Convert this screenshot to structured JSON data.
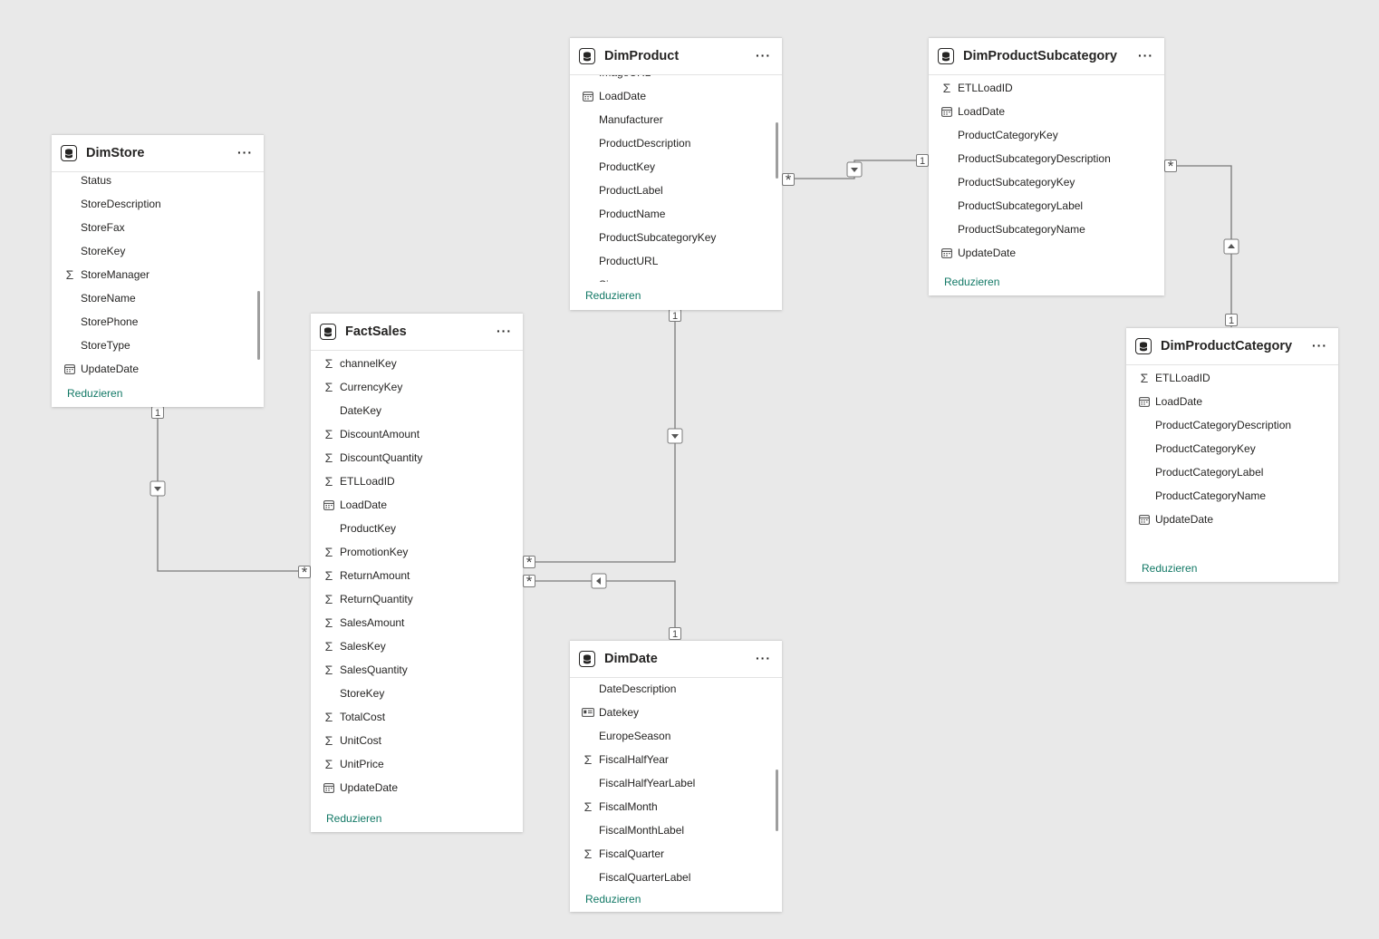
{
  "collapse_label": "Reduzieren",
  "more_label": "···",
  "tables": {
    "dimstore": {
      "title": "DimStore",
      "fields": [
        {
          "name": "Status",
          "icon": ""
        },
        {
          "name": "StoreDescription",
          "icon": ""
        },
        {
          "name": "StoreFax",
          "icon": ""
        },
        {
          "name": "StoreKey",
          "icon": ""
        },
        {
          "name": "StoreManager",
          "icon": "sigma"
        },
        {
          "name": "StoreName",
          "icon": ""
        },
        {
          "name": "StorePhone",
          "icon": ""
        },
        {
          "name": "StoreType",
          "icon": ""
        },
        {
          "name": "UpdateDate",
          "icon": "calendar"
        }
      ]
    },
    "factsales": {
      "title": "FactSales",
      "fields": [
        {
          "name": "channelKey",
          "icon": "sigma"
        },
        {
          "name": "CurrencyKey",
          "icon": "sigma"
        },
        {
          "name": "DateKey",
          "icon": ""
        },
        {
          "name": "DiscountAmount",
          "icon": "sigma"
        },
        {
          "name": "DiscountQuantity",
          "icon": "sigma"
        },
        {
          "name": "ETLLoadID",
          "icon": "sigma"
        },
        {
          "name": "LoadDate",
          "icon": "calendar"
        },
        {
          "name": "ProductKey",
          "icon": ""
        },
        {
          "name": "PromotionKey",
          "icon": "sigma"
        },
        {
          "name": "ReturnAmount",
          "icon": "sigma"
        },
        {
          "name": "ReturnQuantity",
          "icon": "sigma"
        },
        {
          "name": "SalesAmount",
          "icon": "sigma"
        },
        {
          "name": "SalesKey",
          "icon": "sigma"
        },
        {
          "name": "SalesQuantity",
          "icon": "sigma"
        },
        {
          "name": "StoreKey",
          "icon": ""
        },
        {
          "name": "TotalCost",
          "icon": "sigma"
        },
        {
          "name": "UnitCost",
          "icon": "sigma"
        },
        {
          "name": "UnitPrice",
          "icon": "sigma"
        },
        {
          "name": "UpdateDate",
          "icon": "calendar"
        }
      ]
    },
    "dimproduct": {
      "title": "DimProduct",
      "fields": [
        {
          "name": "ImageURL",
          "icon": ""
        },
        {
          "name": "LoadDate",
          "icon": "calendar"
        },
        {
          "name": "Manufacturer",
          "icon": ""
        },
        {
          "name": "ProductDescription",
          "icon": ""
        },
        {
          "name": "ProductKey",
          "icon": ""
        },
        {
          "name": "ProductLabel",
          "icon": ""
        },
        {
          "name": "ProductName",
          "icon": ""
        },
        {
          "name": "ProductSubcategoryKey",
          "icon": ""
        },
        {
          "name": "ProductURL",
          "icon": ""
        },
        {
          "name": "Size",
          "icon": ""
        }
      ]
    },
    "dimproductsubcategory": {
      "title": "DimProductSubcategory",
      "fields": [
        {
          "name": "ETLLoadID",
          "icon": "sigma"
        },
        {
          "name": "LoadDate",
          "icon": "calendar"
        },
        {
          "name": "ProductCategoryKey",
          "icon": ""
        },
        {
          "name": "ProductSubcategoryDescription",
          "icon": ""
        },
        {
          "name": "ProductSubcategoryKey",
          "icon": ""
        },
        {
          "name": "ProductSubcategoryLabel",
          "icon": ""
        },
        {
          "name": "ProductSubcategoryName",
          "icon": ""
        },
        {
          "name": "UpdateDate",
          "icon": "calendar"
        }
      ]
    },
    "dimproductcategory": {
      "title": "DimProductCategory",
      "fields": [
        {
          "name": "ETLLoadID",
          "icon": "sigma"
        },
        {
          "name": "LoadDate",
          "icon": "calendar"
        },
        {
          "name": "ProductCategoryDescription",
          "icon": ""
        },
        {
          "name": "ProductCategoryKey",
          "icon": ""
        },
        {
          "name": "ProductCategoryLabel",
          "icon": ""
        },
        {
          "name": "ProductCategoryName",
          "icon": ""
        },
        {
          "name": "UpdateDate",
          "icon": "calendar"
        }
      ]
    },
    "dimdate": {
      "title": "DimDate",
      "fields": [
        {
          "name": "DateDescription",
          "icon": ""
        },
        {
          "name": "Datekey",
          "icon": "idcard"
        },
        {
          "name": "EuropeSeason",
          "icon": ""
        },
        {
          "name": "FiscalHalfYear",
          "icon": "sigma"
        },
        {
          "name": "FiscalHalfYearLabel",
          "icon": ""
        },
        {
          "name": "FiscalMonth",
          "icon": "sigma"
        },
        {
          "name": "FiscalMonthLabel",
          "icon": ""
        },
        {
          "name": "FiscalQuarter",
          "icon": "sigma"
        },
        {
          "name": "FiscalQuarterLabel",
          "icon": ""
        }
      ]
    }
  },
  "relationships": [
    {
      "name": "dimstore-factsales",
      "one_label": "1",
      "many_label": "*",
      "filter_direction": "down"
    },
    {
      "name": "dimproduct-factsales",
      "one_label": "1",
      "many_label": "*",
      "filter_direction": "down"
    },
    {
      "name": "dimdate-factsales",
      "one_label": "1",
      "many_label": "*",
      "filter_direction": "left"
    },
    {
      "name": "dimproductsubcategory-dimproduct",
      "one_label": "1",
      "many_label": "*",
      "filter_direction": "down"
    },
    {
      "name": "dimproductcategory-dimproductsubcategory",
      "one_label": "1",
      "many_label": "*",
      "filter_direction": "up"
    }
  ],
  "colors": {
    "canvas": "#e9e9e9",
    "card": "#ffffff",
    "line": "#7a7a7a",
    "link": "#117865"
  }
}
